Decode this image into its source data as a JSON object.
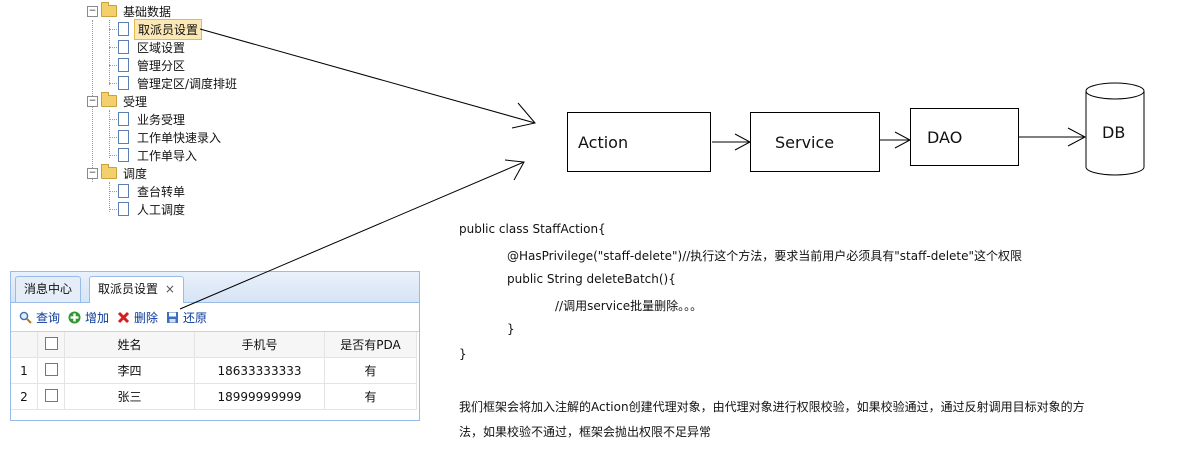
{
  "tree": {
    "group1": "基础数据",
    "group1_items": [
      "取派员设置",
      "区域设置",
      "管理分区",
      "管理定区/调度排班"
    ],
    "group2": "受理",
    "group2_items": [
      "业务受理",
      "工作单快速录入",
      "工作单导入"
    ],
    "group3": "调度",
    "group3_items": [
      "查台转单",
      "人工调度"
    ]
  },
  "tabs": {
    "tab1": "消息中心",
    "tab2": "取派员设置",
    "close": "×"
  },
  "toolbar": {
    "query": "查询",
    "add": "增加",
    "delete": "删除",
    "restore": "还原"
  },
  "grid": {
    "headers": [
      "姓名",
      "手机号",
      "是否有PDA"
    ],
    "rows": [
      {
        "num": "1",
        "name": "李四",
        "phone": "18633333333",
        "pda": "有"
      },
      {
        "num": "2",
        "name": "张三",
        "phone": "18999999999",
        "pda": "有"
      }
    ]
  },
  "flow": {
    "action": "Action",
    "service": "Service",
    "dao": "DAO",
    "db": "DB"
  },
  "code": {
    "line1": "public class StaffAction{",
    "line2": "@HasPrivilege(\"staff-delete\")//执行这个方法，要求当前用户必须具有\"staff-delete\"这个权限",
    "line3": "public String deleteBatch(){",
    "line4": "//调用service批量删除。。。",
    "line5": "}",
    "line6": "}"
  },
  "description": {
    "line1": "我们框架会将加入注解的Action创建代理对象，由代理对象进行权限校验，如果校验通过，通过反射调用目标对象的方",
    "line2": "法，如果校验不通过，框架会抛出权限不足异常"
  },
  "colors": {
    "folder": "#f3d06b",
    "selected_bg": "#fbe8b5",
    "panel_border": "#99bbe8",
    "link": "#0a3a9a"
  }
}
